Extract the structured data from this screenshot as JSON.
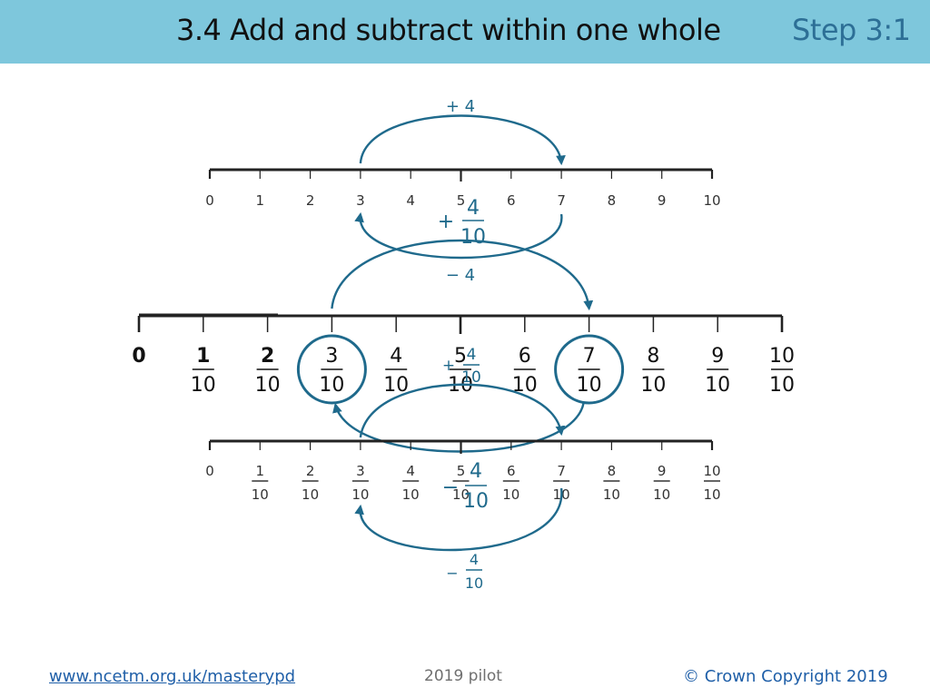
{
  "header": {
    "title": "3.4 Add and subtract within one whole",
    "step": "Step 3:1"
  },
  "top_line": {
    "ticks": [
      "0",
      "1",
      "2",
      "3",
      "4",
      "5",
      "6",
      "7",
      "8",
      "9",
      "10"
    ],
    "jump_above_label": "+ 4",
    "jump_below_label": "− 4",
    "jump_from": 3,
    "jump_to": 7
  },
  "middle_line": {
    "zero_label": "0",
    "numerators": [
      "1",
      "2",
      "3",
      "4",
      "5",
      "6",
      "7",
      "8",
      "9",
      "10"
    ],
    "denominator": "10",
    "circled": [
      3,
      7
    ],
    "jump_above_label": {
      "sign": "+",
      "numerator": "4",
      "denominator": "10"
    },
    "jump_below_label": {
      "sign": "+",
      "numerator": "4",
      "denominator": "10"
    }
  },
  "bottom_line": {
    "zero_label": "0",
    "numerators": [
      "1",
      "2",
      "3",
      "4",
      "5",
      "6",
      "7",
      "8",
      "9",
      "10"
    ],
    "denominator": "10",
    "jump_above_label": {
      "sign": "−",
      "numerator": "4",
      "denominator": "10"
    },
    "jump_below_label": {
      "sign": "−",
      "numerator": "4",
      "denominator": "10"
    }
  },
  "colors": {
    "header_bg": "#7ec7dc",
    "arrow": "#1f6a8c",
    "accent": "#2d6f96"
  },
  "footer": {
    "url": "www.ncetm.org.uk/masterypd",
    "pilot": "2019 pilot",
    "copyright": "© Crown Copyright 2019"
  }
}
